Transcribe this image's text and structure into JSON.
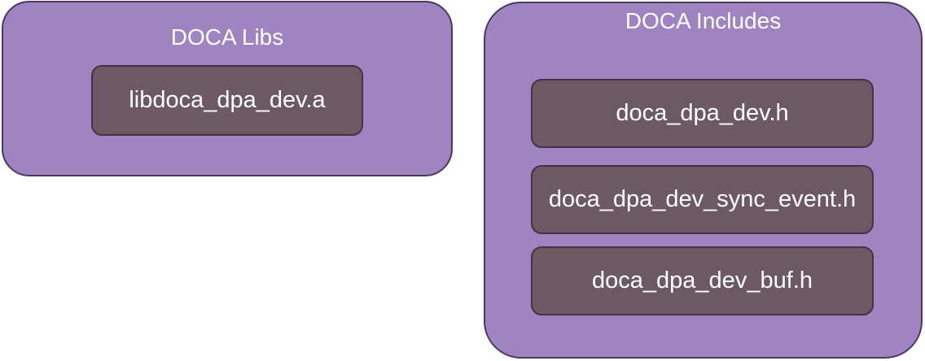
{
  "diagram": {
    "type": "grouped-boxes",
    "panels": [
      {
        "title": "DOCA Libs",
        "items": [
          "libdoca_dpa_dev.a"
        ]
      },
      {
        "title": "DOCA Includes",
        "items": [
          "doca_dpa_dev.h",
          "doca_dpa_dev_sync_event.h",
          "doca_dpa_dev_buf.h"
        ]
      }
    ],
    "colors": {
      "panel_fill": "#9f84c1",
      "panel_border": "#4a3960",
      "box_fill": "#6c5963",
      "box_border": "#443349",
      "text": "#ffffff",
      "page_background": "#ffffff"
    }
  }
}
